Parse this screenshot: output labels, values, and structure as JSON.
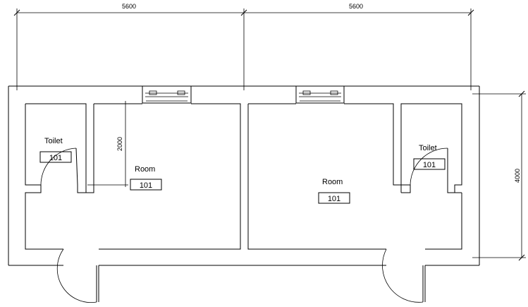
{
  "dimensions": {
    "left_width": "5600",
    "right_width": "5600",
    "room_depth": "2000",
    "overall_height": "4000"
  },
  "rooms": [
    {
      "name": "Toilet",
      "number": "101"
    },
    {
      "name": "Room",
      "number": "101"
    },
    {
      "name": "Room",
      "number": "101"
    },
    {
      "name": "Toilet",
      "number": "101"
    }
  ]
}
